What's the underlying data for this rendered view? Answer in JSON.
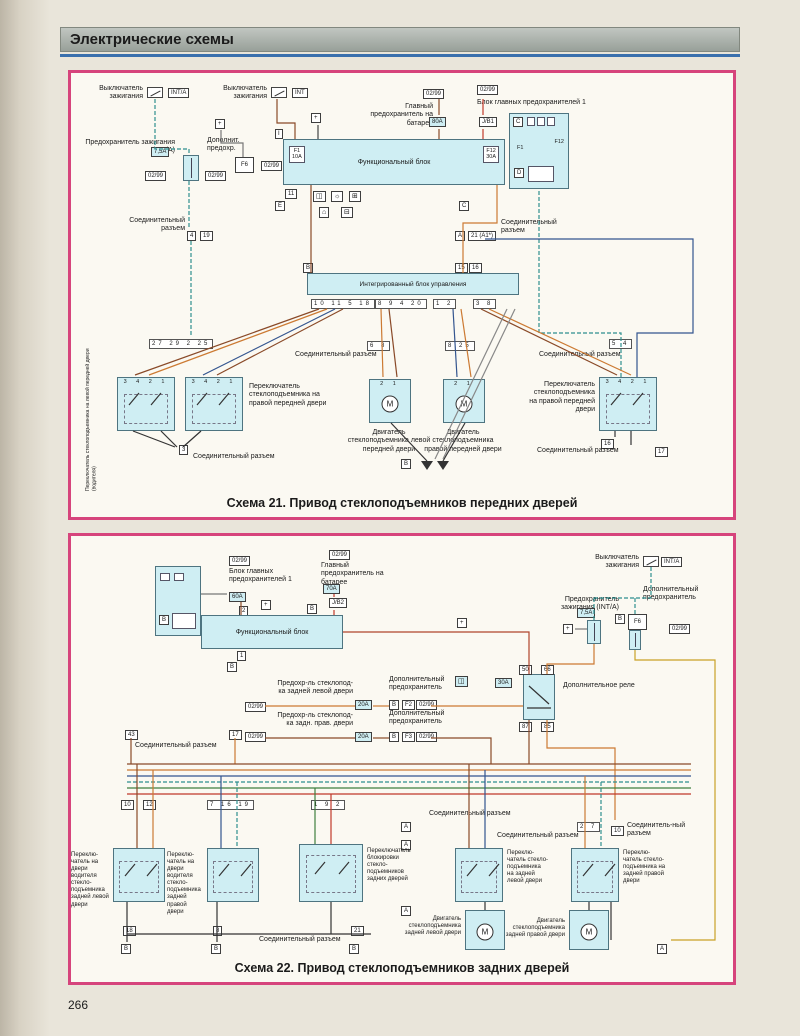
{
  "page": {
    "header": "Электрические схемы",
    "number": "266"
  },
  "d21": {
    "caption": "Схема 21. Привод стеклоподъемников передних дверей",
    "labels": {
      "ignition_a": "Выключатель зажигания",
      "ignition_b": "Выключатель зажигания",
      "main_fuse_battery": "Главный предохранитель на батарее",
      "main_fuse_block": "Блок главных предохранителей 1",
      "ignition_fuse": "Предохранитель зажигания (INT/A)",
      "add_fuse": "Дополнит. предохр.",
      "func_block": "Функциональный блок",
      "integrated_block": "Интегрированный блок управления",
      "conn": "Соединительный разъем",
      "sw_driver": "Переключатель стеклоподъемника на левой передней двери (водителя)",
      "sw_right_front": "Переключатель стеклоподъемника на правой передней двери",
      "motor_left": "Двигатель стеклоподъемника левой передней двери",
      "motor_right": "Двигатель стеклоподъемника правой передней двери",
      "sw_right_door": "Переключатель стеклоподъемника на правой передней двери"
    },
    "badges": {
      "int_a": "INT/A",
      "int": "INT",
      "code": "02/99",
      "a80": "80A",
      "jb1": "J/B1",
      "a75": "7,5A",
      "f6": "F6",
      "f1": "F1",
      "f1a": "10A",
      "f12": "F12",
      "f12a": "30A",
      "bat": "+",
      "m": "M",
      "l_i": "I",
      "l_e": "E",
      "l_c": "C",
      "l_a": "A",
      "l_b": "B",
      "l_d": "D",
      "p4": "4",
      "p19": "19",
      "p21a": "21 (A1*)",
      "p15": "15",
      "p16": "16",
      "p11": "11",
      "p3": "3",
      "p17": "17",
      "row1": "10 11 5 18",
      "row2": "8 9 4 20",
      "row3": "1 2",
      "row4": "3 8",
      "mid1": "27 29 2 25",
      "mid2": "6 8",
      "mid3": "8 25",
      "mid4": "5 4",
      "sw_pins": "3 4 2 1",
      "mot_pins": "2 1",
      "ic1": "◫",
      "ic2": "☼",
      "ic3": "⊞",
      "ic4": "⌂",
      "ic5": "⊟"
    }
  },
  "d22": {
    "caption": "Схема 22. Привод стеклоподъемников задних дверей",
    "labels": {
      "fuse_block": "Блок главных предохранителей 1",
      "main_fuse_battery": "Главный предохранитель на батарее",
      "ignition": "Выключатель зажигания",
      "ignition_fuse": "Предохранитель зажигания (INT/A)",
      "add_fuse": "Дополнительный предохранитель",
      "func_block": "Функциональный блок",
      "fuse_rear_left": "Предохр-ль стеклопод-ка задней левой двери",
      "fuse_rear_right": "Предохр-ль стеклопод-ка задн. прав. двери",
      "relay": "Дополнительное реле",
      "conn": "Соединительный разъем",
      "conn_hyph": "Соединитель-ный разъем",
      "sw_driver_left": "Переклю-чатель на двери водителя стекло-подъемника задней левой двери",
      "sw_driver_right": "Переклю-чатель на двери водителя стекло-подъемника задней правой двери",
      "sw_lock": "Переключатель блокировки стекло-подъемников задних дверей",
      "sw_rear_left": "Переклю-чатель стекло-подъемника на задней левой двери",
      "sw_rear_right": "Переклю-чатель стекло-подъемника на задней правой двери",
      "motor_left": "Двигатель стеклоподъемника задней левой двери",
      "motor_right": "Двигатель стеклоподъемника задней правой двери"
    },
    "badges": {
      "code": "02/99",
      "a60": "60A",
      "a70": "70A",
      "jb2": "J/B2",
      "int_a": "INT/A",
      "a75": "7,5A",
      "f6": "F6",
      "f2": "F2",
      "f3": "F3",
      "a20": "20A",
      "a30": "30A",
      "bat": "+",
      "m": "M",
      "l_a": "A",
      "l_b": "B",
      "p1": "1",
      "p2": "2",
      "p43": "43",
      "p17": "17",
      "p50": "50",
      "p66": "66",
      "p87": "87",
      "p85": "85",
      "p10": "10",
      "p12": "12",
      "p18": "18",
      "p8": "8",
      "p21": "21",
      "p27": "2 7",
      "row1": "7 16 19",
      "row2": "1 9 2",
      "ic": "◫"
    }
  }
}
